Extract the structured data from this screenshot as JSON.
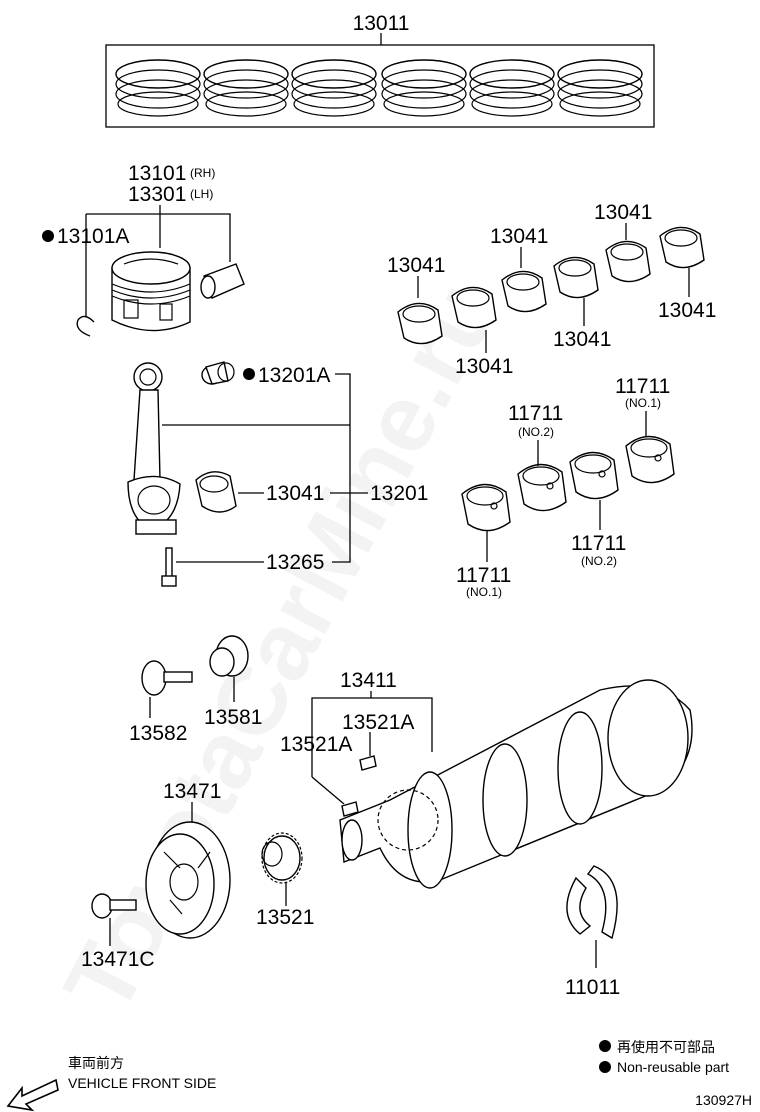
{
  "watermark": "ToyotaCarMine.ru",
  "labels": {
    "piston_ring_set": "13011",
    "piston_rh": "13101",
    "piston_rh_note": "(RH)",
    "piston_lh": "13301",
    "piston_lh_note": "(LH)",
    "snap_ring": "13101A",
    "conrod_bushing": "13201A",
    "conrod_bearing": "13041",
    "conrod_assy": "13201",
    "conrod_bolt": "13265",
    "rod_bearing_1": "13041",
    "rod_bearing_2": "13041",
    "rod_bearing_3": "13041",
    "rod_bearing_4": "13041",
    "rod_bearing_5": "13041",
    "rod_bearing_6": "13041",
    "main_bearing_a": "11711",
    "main_bearing_a_note": "(NO.1)",
    "main_bearing_b": "11711",
    "main_bearing_b_note": "(NO.2)",
    "main_bearing_c": "11711",
    "main_bearing_c_note": "(NO.2)",
    "main_bearing_d": "11711",
    "main_bearing_d_note": "(NO.1)",
    "pulley_bolt": "13582",
    "pulley_washer": "13581",
    "crankshaft": "13411",
    "key_a": "13521A",
    "key_b": "13521A",
    "crank_pulley": "13471",
    "crank_pulley_bolt": "13471C",
    "timing_gear": "13521",
    "thrust_washer": "11011"
  },
  "legend": {
    "jp": "再使用不可部品",
    "en": "Non-reusable part"
  },
  "front": {
    "jp": "車両前方",
    "en": "VEHICLE FRONT SIDE"
  },
  "diagram_code": "130927H",
  "colors": {
    "ink": "#000000",
    "paper": "#ffffff"
  },
  "icons": [
    "non-reusable-dot-icon",
    "front-arrow-icon"
  ]
}
